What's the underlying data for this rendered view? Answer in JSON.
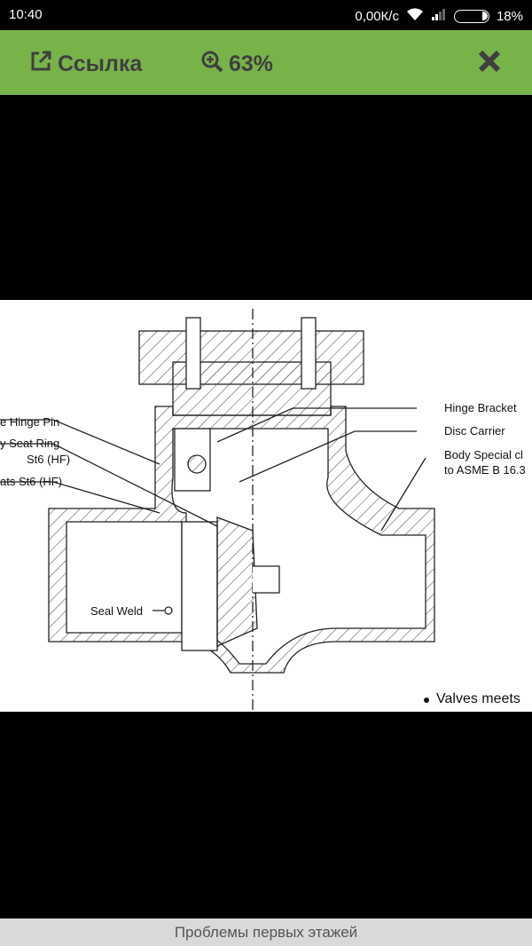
{
  "status_bar": {
    "time": "10:40",
    "speed": "0,00К/с",
    "battery": "18%"
  },
  "toolbar": {
    "link_label": "Ссылка",
    "zoom_label": "63%",
    "icons": [
      "external-link-icon",
      "zoom-in-icon",
      "close-icon"
    ]
  },
  "diagram": {
    "labels_left": [
      "e Hinge Pin",
      "y Seat Ring",
      "St6 (HF)",
      "ats St6 (HF)",
      "Seal Weld"
    ],
    "labels_right": [
      "Hinge Bracket",
      "Disc Carrier",
      "Body Special cl",
      "to ASME B 16.3"
    ],
    "note": "Valves meets"
  },
  "caption": "Проблемы первых этажей"
}
